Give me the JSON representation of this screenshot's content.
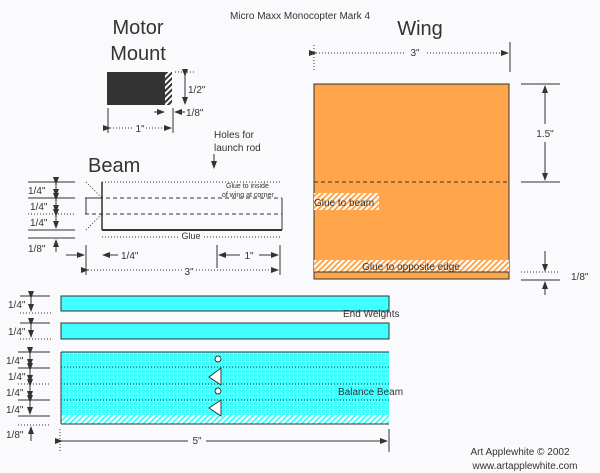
{
  "title": "Micro Maxx Monocopter Mark 4",
  "motor_mount": {
    "heading_line1": "Motor",
    "heading_line2": "Mount",
    "height": "1/2\"",
    "glue_width": "1/8\"",
    "length": "1\""
  },
  "beam": {
    "heading": "Beam",
    "holes_note_line1": "Holes for",
    "holes_note_line2": "launch rod",
    "dims": [
      "1/4\"",
      "1/4\"",
      "1/4\"",
      "1/8\""
    ],
    "glue_note_line1": "Glue to inside",
    "glue_note_line2": "of wing at corner",
    "glue_label": "Glue",
    "left_width": "1/4\"",
    "right_width": "1\"",
    "length": "3\""
  },
  "wing": {
    "heading": "Wing",
    "width": "3\"",
    "fold_height": "1.5\"",
    "glue_beam": "Glue to beam",
    "glue_edge": "Glue to opposite edge",
    "edge_height": "1/8\""
  },
  "end_weights": {
    "label": "End Weights",
    "dims": [
      "1/4\"",
      "1/4\""
    ]
  },
  "balance_beam": {
    "label": "Balance Beam",
    "dims": [
      "1/4\"",
      "1/4\"",
      "1/4\"",
      "1/4\"",
      "1/8\""
    ],
    "length": "5\""
  },
  "credit": {
    "line1": "Art Applewhite © 2002",
    "line2": "www.artapplewhite.com"
  },
  "colors": {
    "wing": "#ffa64d",
    "weights": "#40ffff",
    "mount": "#333333",
    "ink": "#333333"
  }
}
